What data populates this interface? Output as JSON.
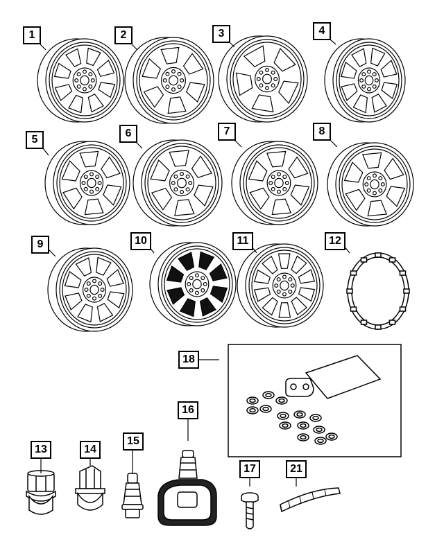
{
  "diagram": {
    "stroke_color": "#000000",
    "background": "#ffffff",
    "callouts": {
      "c1": "1",
      "c2": "2",
      "c3": "3",
      "c4": "4",
      "c5": "5",
      "c6": "6",
      "c7": "7",
      "c8": "8",
      "c9": "9",
      "c10": "10",
      "c11": "11",
      "c12": "12",
      "c13": "13",
      "c14": "14",
      "c15": "15",
      "c16": "16",
      "c17": "17",
      "c18": "18",
      "c21": "21"
    },
    "parts": [
      {
        "id": "c1",
        "icon": "steel-wheel-icon"
      },
      {
        "id": "c2",
        "icon": "steel-wheel-icon"
      },
      {
        "id": "c3",
        "icon": "steel-wheel-icon"
      },
      {
        "id": "c4",
        "icon": "alloy-wheel-icon"
      },
      {
        "id": "c5",
        "icon": "alloy-wheel-icon"
      },
      {
        "id": "c6",
        "icon": "alloy-wheel-icon"
      },
      {
        "id": "c7",
        "icon": "alloy-wheel-icon"
      },
      {
        "id": "c8",
        "icon": "alloy-wheel-icon"
      },
      {
        "id": "c9",
        "icon": "alloy-wheel-icon"
      },
      {
        "id": "c10",
        "icon": "black-alloy-wheel-icon"
      },
      {
        "id": "c11",
        "icon": "alloy-wheel-icon"
      },
      {
        "id": "c12",
        "icon": "wheel-trim-ring-icon"
      },
      {
        "id": "c13",
        "icon": "lug-nut-icon"
      },
      {
        "id": "c14",
        "icon": "lug-nut-icon"
      },
      {
        "id": "c15",
        "icon": "valve-stem-icon"
      },
      {
        "id": "c16",
        "icon": "tpms-sensor-icon"
      },
      {
        "id": "c17",
        "icon": "screw-icon"
      },
      {
        "id": "c18",
        "icon": "hardware-kit-icon"
      },
      {
        "id": "c21",
        "icon": "wheel-weight-icon"
      }
    ]
  }
}
